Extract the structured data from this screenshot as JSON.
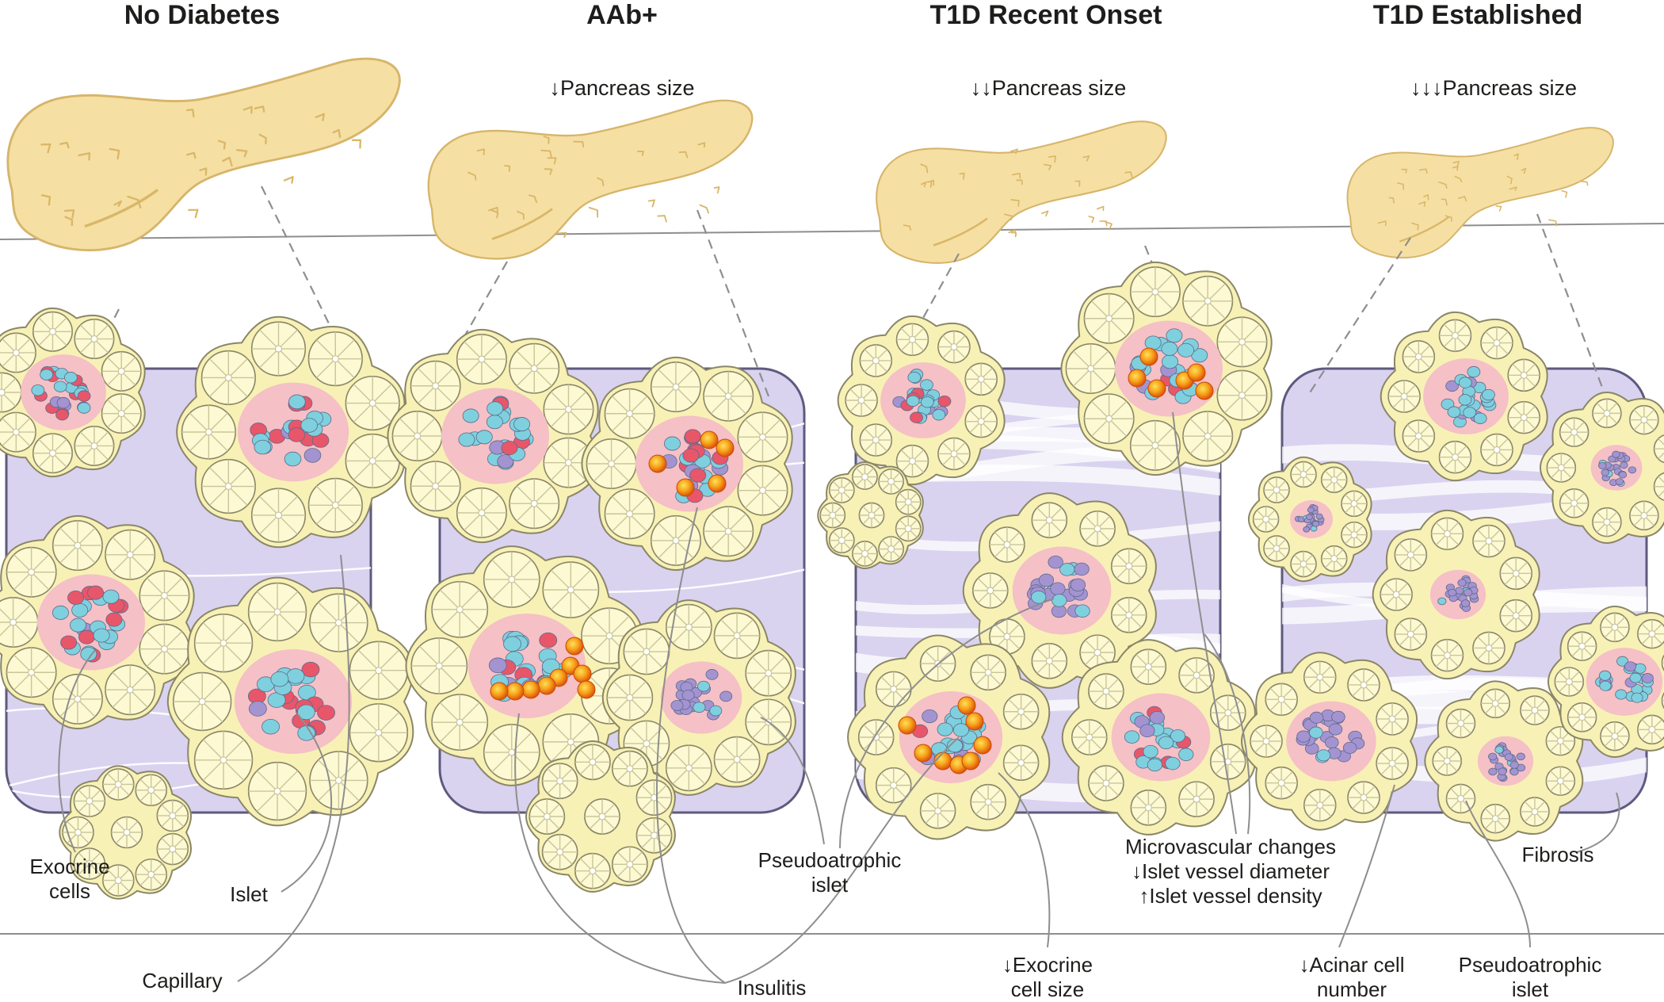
{
  "stages": [
    {
      "title": "No Diabetes",
      "size_note": ""
    },
    {
      "title": "AAb+",
      "size_note": "↓Pancreas size"
    },
    {
      "title": "T1D Recent Onset",
      "size_note": "↓↓Pancreas size"
    },
    {
      "title": "T1D Established",
      "size_note": "↓↓↓Pancreas size"
    }
  ],
  "labels": {
    "exocrine_cells": [
      "Exocrine",
      "cells"
    ],
    "islet": "Islet",
    "capillary": "Capillary",
    "insulitis": "Insulitis",
    "pseudoatrophic_islet": [
      "Pseudoatrophic",
      "islet"
    ],
    "exocrine_cell_size": [
      "↓Exocrine",
      "cell size"
    ],
    "microvascular": [
      "Microvascular changes",
      "↓Islet vessel diameter",
      "↑Islet vessel density"
    ],
    "acinar_cell_number": [
      "↓Acinar cell",
      "number"
    ],
    "pseudoatrophic_islet_2": [
      "Pseudoatrophic",
      "islet"
    ],
    "fibrosis": "Fibrosis"
  },
  "colors": {
    "pancreas": "#f6dfa3",
    "acinar": "#fbf6c3",
    "acinar_stroke": "#8a8668",
    "tissue": "#d9d3f0",
    "islet_halo": "#f5c0c6",
    "alpha_cell": "#7fd0de",
    "beta_cell": "#e8566a",
    "delta_cell": "#a493d1",
    "immune_cell": "#f7a21b",
    "leader_line": "#8e8e8e"
  }
}
